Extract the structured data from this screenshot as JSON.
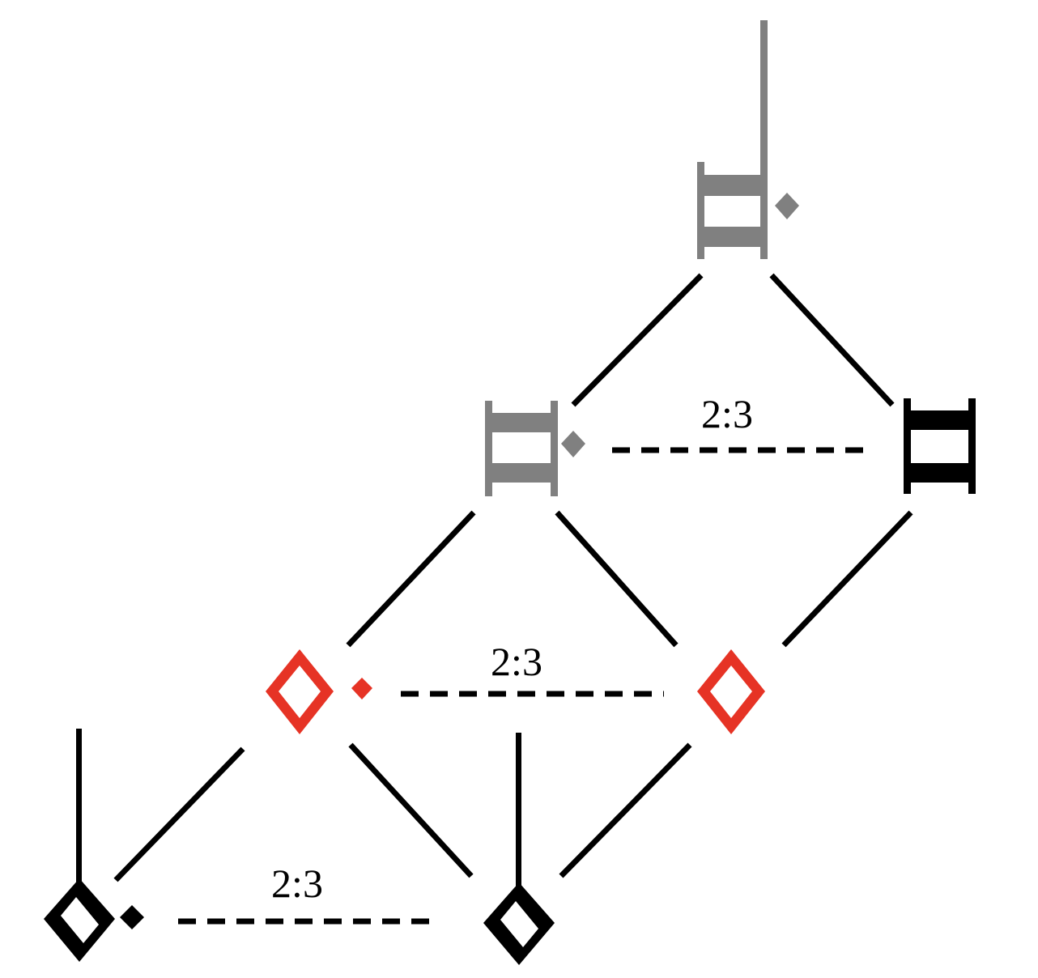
{
  "colors": {
    "gray": "#808080",
    "black": "#000000",
    "red": "#e63325"
  },
  "nodes": [
    {
      "id": "top",
      "glyph": "maxima",
      "dotted": true,
      "color": "gray"
    },
    {
      "id": "mid-left",
      "glyph": "longa",
      "dotted": true,
      "color": "gray"
    },
    {
      "id": "mid-right",
      "glyph": "longa",
      "dotted": false,
      "color": "black"
    },
    {
      "id": "red-left",
      "glyph": "semibrevis",
      "dotted": true,
      "color": "red"
    },
    {
      "id": "red-right",
      "glyph": "semibrevis",
      "dotted": false,
      "color": "red"
    },
    {
      "id": "bottom-left",
      "glyph": "minima",
      "dotted": true,
      "color": "black"
    },
    {
      "id": "bottom-right",
      "glyph": "minima",
      "dotted": false,
      "color": "black"
    }
  ],
  "ratios": [
    {
      "label": "2:3"
    },
    {
      "label": "2:3"
    },
    {
      "label": "2:3"
    }
  ]
}
